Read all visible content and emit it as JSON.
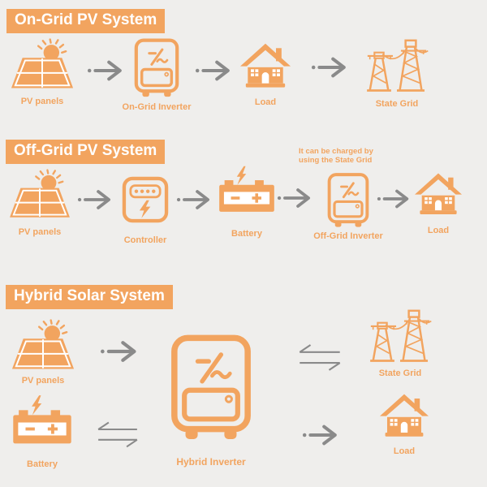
{
  "colors": {
    "background": "#efeeec",
    "accent_orange": "#f2a45f",
    "banner_text": "#ffffff",
    "arrow_gray": "#8a8a8a"
  },
  "sections": [
    {
      "title": "On-Grid PV System",
      "nodes": [
        {
          "label": "PV panels",
          "icon": "solar-panel-icon"
        },
        {
          "label": "On-Grid Inverter",
          "icon": "inverter-icon"
        },
        {
          "label": "Load",
          "icon": "house-icon"
        },
        {
          "label": "State Grid",
          "icon": "power-grid-icon"
        }
      ],
      "connectors": [
        "arrow-right",
        "arrow-right",
        "arrow-right"
      ]
    },
    {
      "title": "Off-Grid PV System",
      "note": "It can be charged by using the State Grid",
      "nodes": [
        {
          "label": "PV panels",
          "icon": "solar-panel-icon"
        },
        {
          "label": "Controller",
          "icon": "controller-icon"
        },
        {
          "label": "Battery",
          "icon": "battery-icon"
        },
        {
          "label": "Off-Grid Inverter",
          "icon": "inverter-icon"
        },
        {
          "label": "Load",
          "icon": "house-icon"
        }
      ],
      "connectors": [
        "arrow-right",
        "arrow-right",
        "arrow-right",
        "arrow-right"
      ]
    },
    {
      "title": "Hybrid Solar System",
      "nodes": [
        {
          "label": "PV panels",
          "icon": "solar-panel-icon"
        },
        {
          "label": "Battery",
          "icon": "battery-icon"
        },
        {
          "label": "Hybrid Inverter",
          "icon": "inverter-icon"
        },
        {
          "label": "State Grid",
          "icon": "power-grid-icon"
        },
        {
          "label": "Load",
          "icon": "house-icon"
        }
      ],
      "connectors": [
        "arrow-right",
        "double-arrow",
        "double-arrow",
        "arrow-right"
      ]
    }
  ]
}
